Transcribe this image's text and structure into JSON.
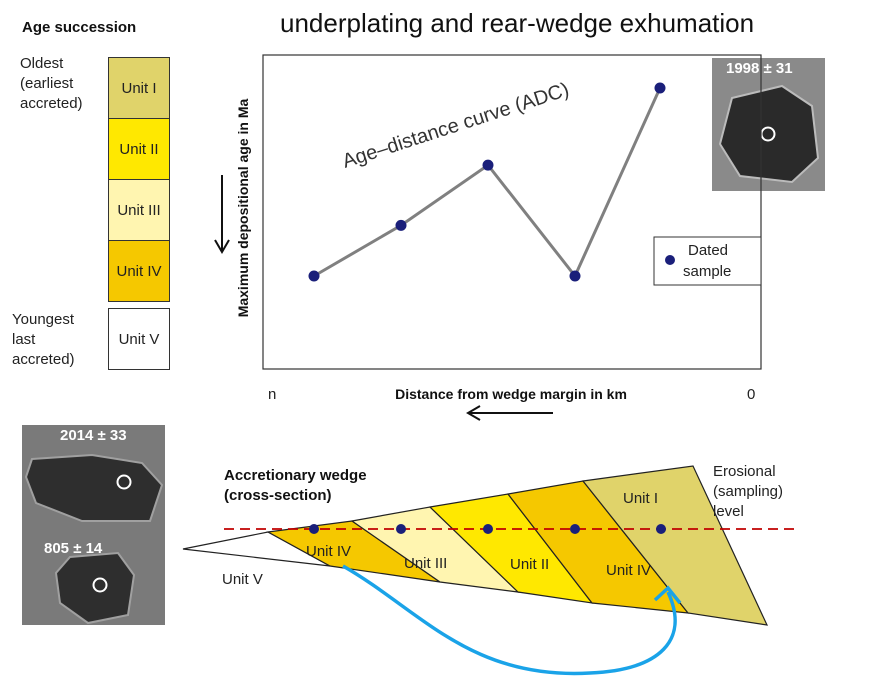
{
  "title": "underplating and rear-wedge exhumation",
  "age_succession": {
    "heading": "Age succession",
    "oldest_label": [
      "Oldest",
      "(earliest",
      "accreted)"
    ],
    "youngest_label": [
      "Youngest",
      "last",
      "accreted)"
    ],
    "units": [
      {
        "label": "Unit I",
        "color": "#e0d36a"
      },
      {
        "label": "Unit II",
        "color": "#ffe800"
      },
      {
        "label": "Unit III",
        "color": "#fff5b0"
      },
      {
        "label": "Unit IV",
        "color": "#f5c800"
      },
      {
        "label": "Unit V",
        "color": "#ffffff"
      }
    ]
  },
  "chart_data": {
    "type": "line",
    "ylabel": "Maximum depositional age in Ma",
    "xlabel": "Distance from wedge margin in km",
    "x_tick_labels": {
      "left": "n",
      "right": "0"
    },
    "curve_label": "Age–distance curve (ADC)",
    "legend": [
      "Dated",
      "sample"
    ],
    "points_relative_age": [
      0.22,
      0.43,
      0.68,
      0.22,
      1.0
    ],
    "line_color": "#808080",
    "marker_color": "#1a1f7a"
  },
  "photos": {
    "top_right": "1998 ± 31",
    "left_top": "2014 ± 33",
    "left_bottom": "805 ± 14"
  },
  "wedge": {
    "title": [
      "Accretionary wedge",
      "(cross-section)"
    ],
    "erosional_label": [
      "Erosional",
      "(sampling)",
      "level"
    ],
    "segments": [
      "Unit IV",
      "Unit III",
      "Unit II",
      "Unit IV",
      "Unit I"
    ],
    "outer_label": "Unit V",
    "colors": {
      "unit1": "#e0d36a",
      "unit2": "#ffe800",
      "unit3": "#fff5b0",
      "unit4": "#f5c800"
    },
    "sample_line_color": "#c00000",
    "arrow_color": "#1aa3e8"
  }
}
